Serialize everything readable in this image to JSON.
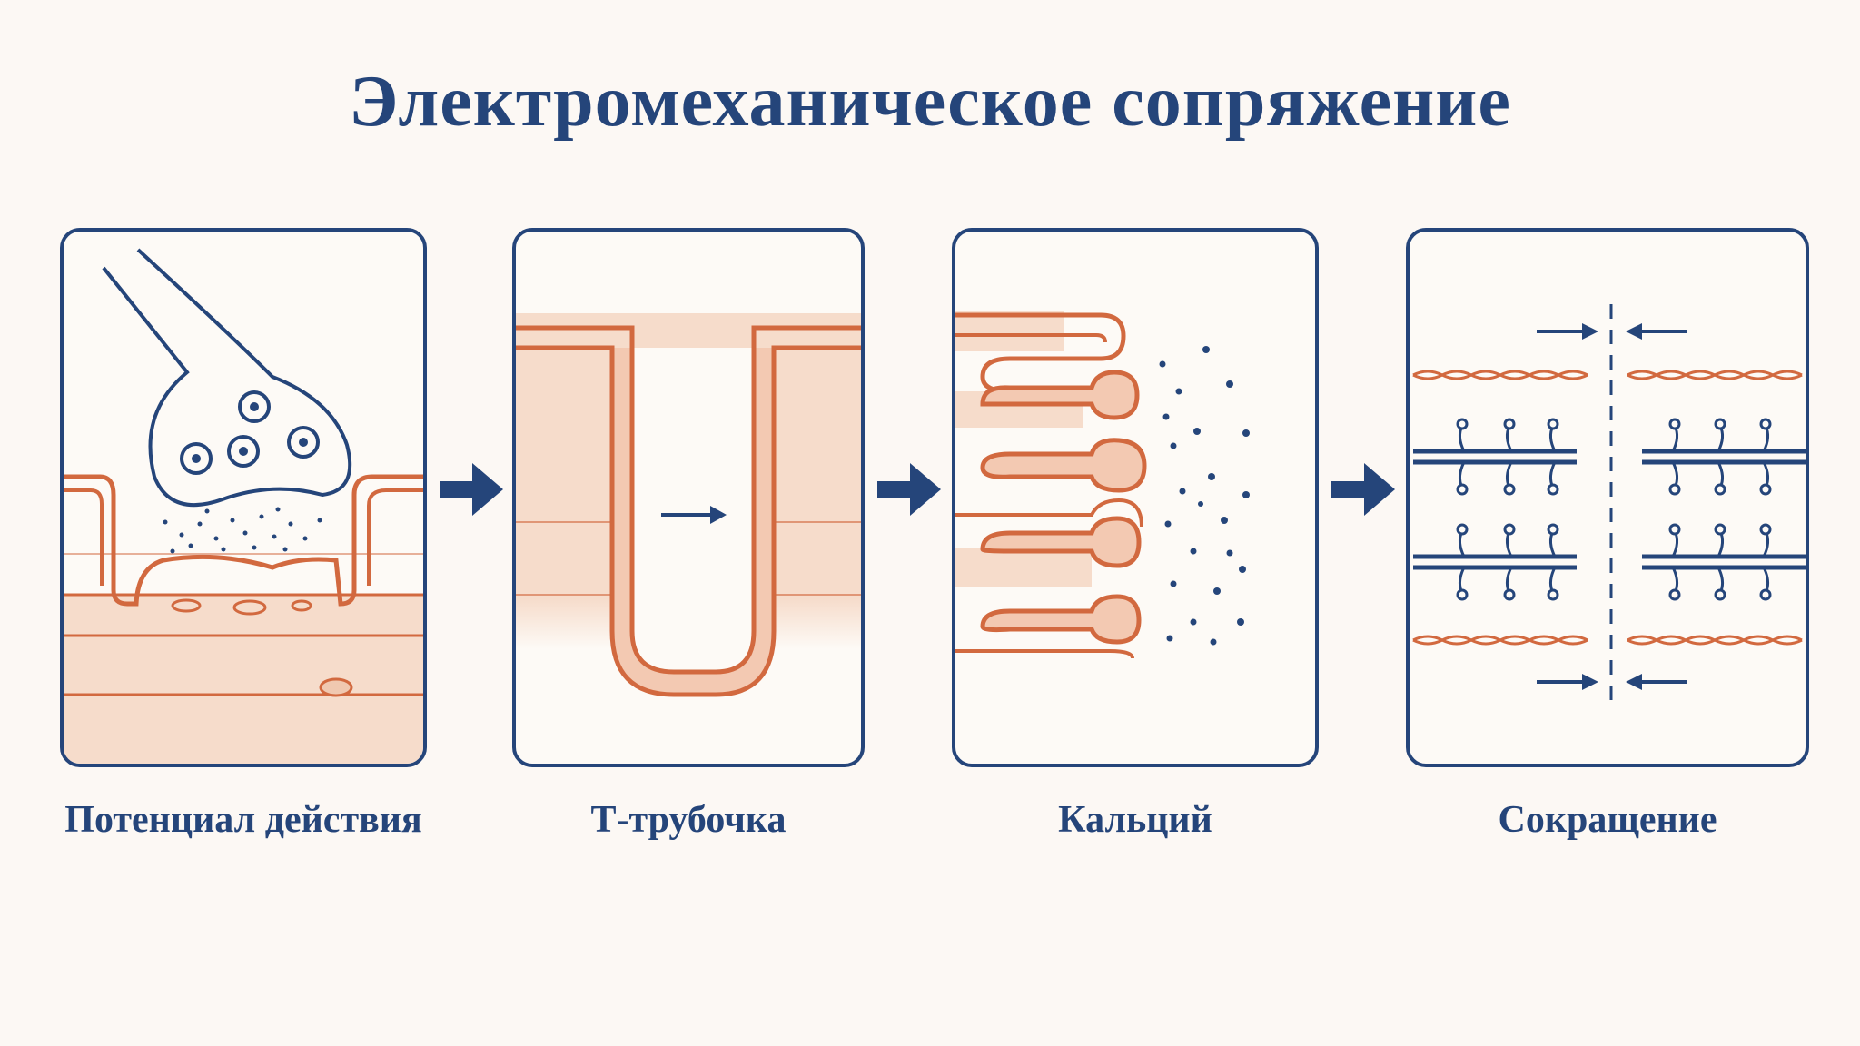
{
  "title": "Электромеханическое сопряжение",
  "steps": [
    {
      "label": "Потенциал действия"
    },
    {
      "label": "Т-трубочка"
    },
    {
      "label": "Кальций"
    },
    {
      "label": "Сокращение"
    }
  ],
  "colors": {
    "navy": "#25457a",
    "orange": "#d2693f",
    "peach": "#f6dccb",
    "background": "#fcf8f4"
  }
}
